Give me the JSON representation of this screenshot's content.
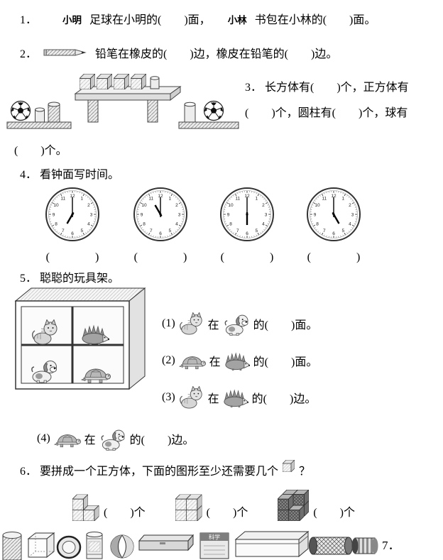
{
  "q1": {
    "number": "1．",
    "name1": "小明",
    "part1": "足球在小明的(　　)面，",
    "name2": "小林",
    "part2": "书包在小林的(　　)面。"
  },
  "q2": {
    "number": "2．",
    "text": "铅笔在橡皮的(　　)边，橡皮在铅笔的(　　)边。"
  },
  "q3": {
    "number": "3．",
    "line1": "长方体有(　　)个，正方体有",
    "line2": "(　　)个，圆柱有(　　)个，球有",
    "line3": "(　　)个。"
  },
  "q4": {
    "number": "4．",
    "title": "看钟面写时间。",
    "clocks": [
      "7:00",
      "11:00",
      "6:00",
      "5:00"
    ],
    "blank": "(　　　　)"
  },
  "q5": {
    "number": "5．",
    "title": "聪聪的玩具架。",
    "shelf_animals": {
      "top_left": "cat",
      "top_right": "hedgehog",
      "bottom_left": "dog",
      "bottom_right": "turtle"
    },
    "items": [
      {
        "no": "(1)",
        "a": "cat",
        "mid": "在",
        "b": "dog",
        "suffix": "的(　　)面。"
      },
      {
        "no": "(2)",
        "a": "turtle",
        "mid": "在",
        "b": "hedgehog",
        "suffix": "的(　　)面。"
      },
      {
        "no": "(3)",
        "a": "cat",
        "mid": "在",
        "b": "hedgehog",
        "suffix": "的(　　)边。"
      },
      {
        "no": "(4)",
        "a": "turtle",
        "mid": "在",
        "b": "dog",
        "suffix": "的(　　)边。"
      }
    ]
  },
  "q6": {
    "number": "6．",
    "text": "要拼成一个正方体，下面的图形至少还需要几个",
    "question_mark": "？",
    "figures": [
      {
        "blank": "(　　)个"
      },
      {
        "blank": "(　　)个"
      },
      {
        "blank": "(　　)个"
      }
    ]
  },
  "q7": {
    "number": "7．",
    "book_label": "科学"
  },
  "colors": {
    "ink": "#000000",
    "line": "#333333",
    "fill_light": "#eeeeee",
    "fill_mid": "#bbbbbb",
    "fill_dark": "#555555"
  }
}
